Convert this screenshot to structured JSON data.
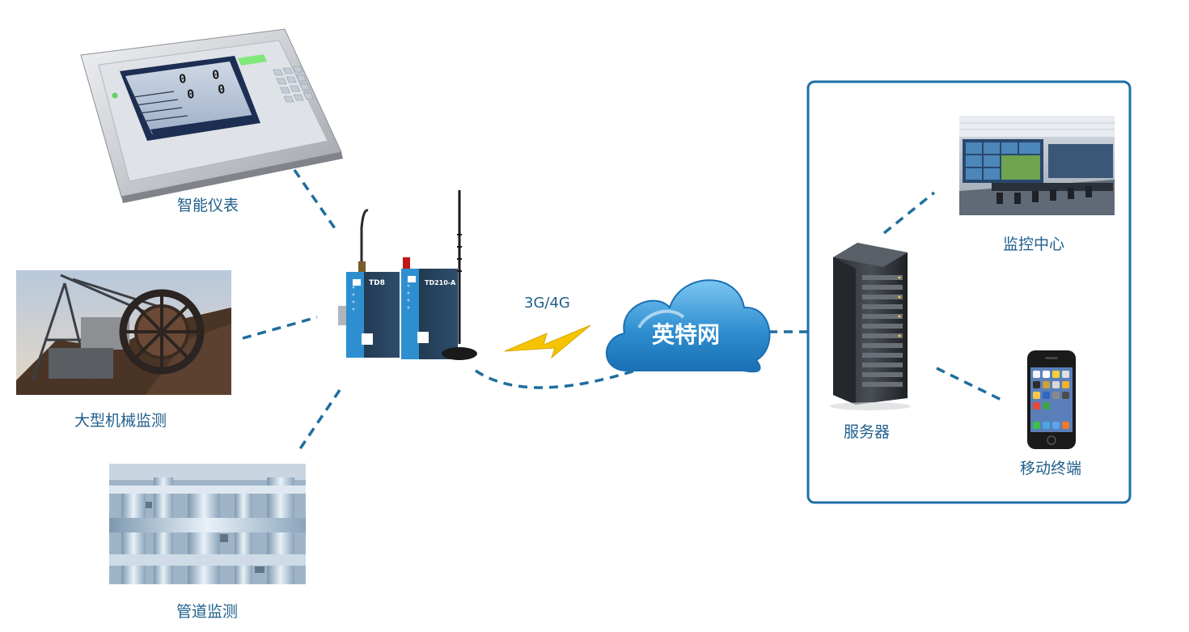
{
  "colors": {
    "accent": "#1d6fa8",
    "label": "#1f5f8b",
    "dash": "#1f6e9e",
    "cloud": "#2f8fd0",
    "bolt": "#f5c400"
  },
  "labels": {
    "smart_meter": "智能仪表",
    "large_machinery": "大型机械监测",
    "pipeline": "管道监测",
    "network": "3G/4G",
    "cloud": "英特网",
    "server": "服务器",
    "monitor_center": "监控中心",
    "mobile": "移动终端"
  },
  "device": {
    "unit1_brand": "TD8",
    "unit2_brand": "TD210-A"
  },
  "icons": {
    "meter": "weighing-indicator-icon",
    "machine": "bucket-wheel-excavator-photo",
    "pipes": "industrial-pipeline-photo",
    "dtu": "dtu-router-icon",
    "cloud": "cloud-icon",
    "bolt": "lightning-icon",
    "server": "server-rack-icon",
    "control_room": "control-room-photo",
    "phone": "smartphone-icon"
  }
}
